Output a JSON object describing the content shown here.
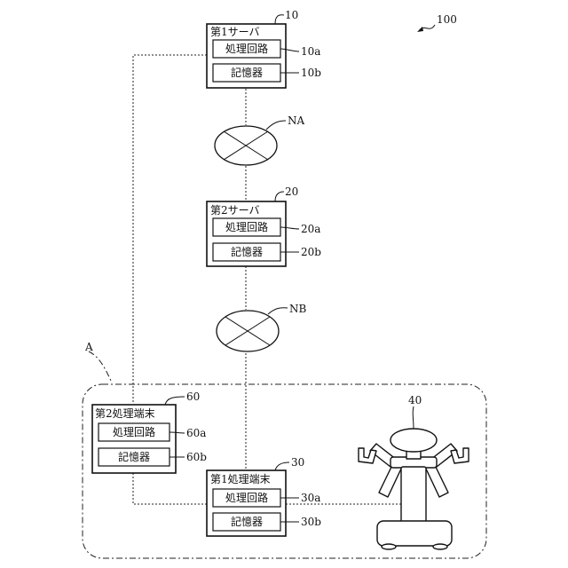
{
  "figure_number": "100",
  "region_label": "A",
  "server1": {
    "title": "第1サーバ",
    "ref": "10",
    "circuit": "処理回路",
    "circuit_ref": "10a",
    "memory": "記憶器",
    "memory_ref": "10b"
  },
  "network_a": {
    "ref": "NA"
  },
  "server2": {
    "title": "第2サーバ",
    "ref": "20",
    "circuit": "処理回路",
    "circuit_ref": "20a",
    "memory": "記憶器",
    "memory_ref": "20b"
  },
  "network_b": {
    "ref": "NB"
  },
  "terminal2": {
    "title": "第2処理端末",
    "ref": "60",
    "circuit": "処理回路",
    "circuit_ref": "60a",
    "memory": "記憶器",
    "memory_ref": "60b"
  },
  "terminal1": {
    "title": "第1処理端末",
    "ref": "30",
    "circuit": "処理回路",
    "circuit_ref": "30a",
    "memory": "記憶器",
    "memory_ref": "30b"
  },
  "robot": {
    "ref": "40"
  }
}
